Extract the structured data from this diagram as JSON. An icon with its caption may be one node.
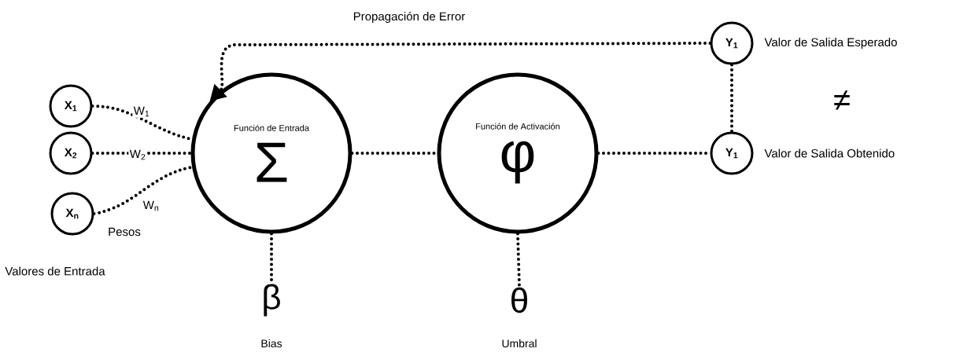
{
  "diagram": {
    "nodes": [
      {
        "text": [
          "X$_{1}$"
        ]
      },
      {
        "text": [
          "X$_{2}$"
        ]
      },
      {
        "text": [
          "X$_{n}$"
        ]
      },
      {
        "text": [
          "Función de Entrada",
          "Σ"
        ]
      },
      {
        "text": [
          "Función de Activación",
          "φ"
        ]
      },
      {
        "text": [
          "Y$_{1}$"
        ],
        "beside": [
          "Valor de Salida Esperado"
        ]
      },
      {
        "text": [
          "Y$_{1}$"
        ],
        "beside": [
          "Valor de Salida Obtenido"
        ]
      },
      {
        "text": [
          "β"
        ],
        "beside": [
          "Bias"
        ]
      },
      {
        "text": [
          "θ"
        ],
        "beside": [
          "Umbral"
        ]
      }
    ],
    "edges": [
      {
        "from": 0,
        "to": 3,
        "arrow": "none",
        "label": "W$_{1}$"
      },
      {
        "from": 1,
        "to": 3,
        "arrow": "none",
        "label": "W$_{2}$"
      },
      {
        "from": 2,
        "to": 3,
        "arrow": "none",
        "label": "W$_{n}$"
      },
      {
        "from": 3,
        "to": 4,
        "arrow": "none"
      },
      {
        "from": 4,
        "to": 6,
        "arrow": "none"
      },
      {
        "from": 5,
        "to": 6,
        "arrow": "none"
      },
      {
        "from": 5,
        "to": 3,
        "arrow": "to",
        "label": "Propagación de Error"
      },
      {
        "from": 3,
        "to": 7,
        "arrow": "none"
      },
      {
        "from": 4,
        "to": 8,
        "arrow": "none"
      }
    ],
    "labels": [
      "Pesos",
      "Valores de Entrada",
      "≠"
    ]
  }
}
